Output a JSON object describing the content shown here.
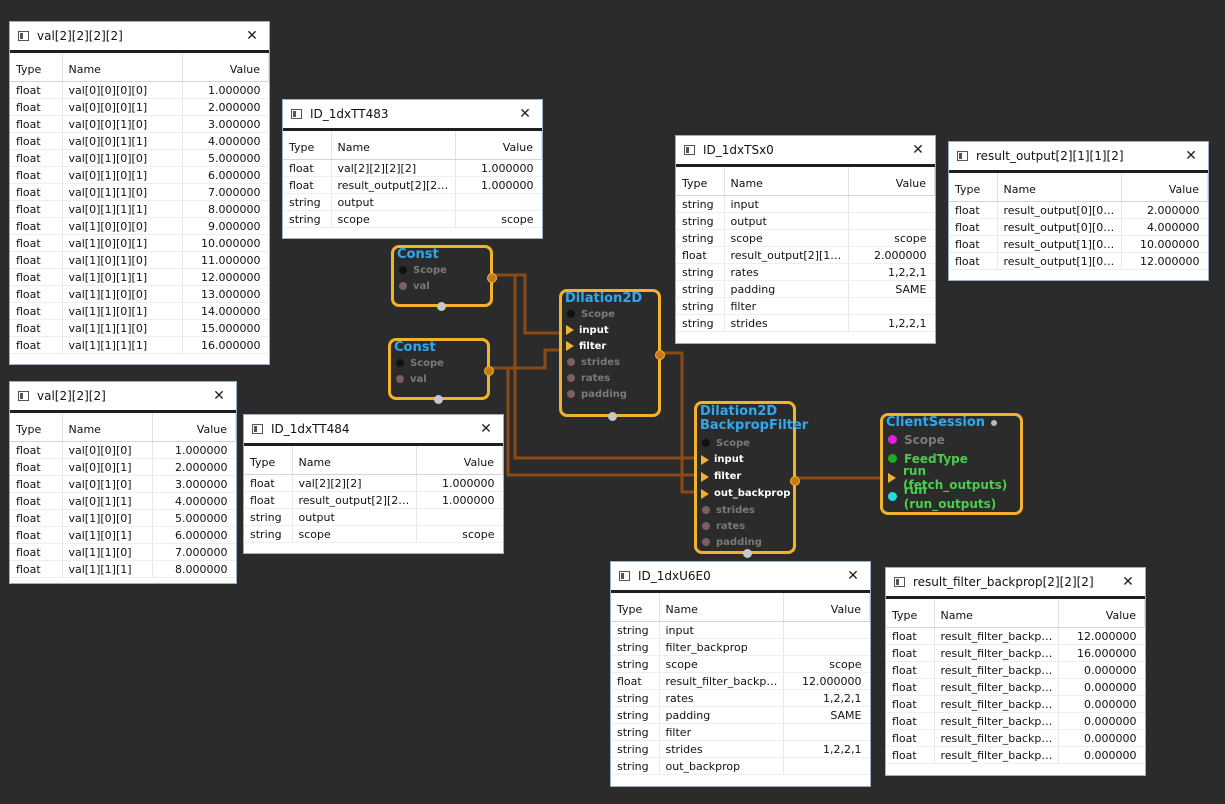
{
  "panels": {
    "val4d": {
      "title": "val[2][2][2][2]",
      "headers": [
        "Type",
        "Name",
        "Value"
      ],
      "rows": [
        [
          "float",
          "val[0][0][0][0]",
          "1.000000"
        ],
        [
          "float",
          "val[0][0][0][1]",
          "2.000000"
        ],
        [
          "float",
          "val[0][0][1][0]",
          "3.000000"
        ],
        [
          "float",
          "val[0][0][1][1]",
          "4.000000"
        ],
        [
          "float",
          "val[0][1][0][0]",
          "5.000000"
        ],
        [
          "float",
          "val[0][1][0][1]",
          "6.000000"
        ],
        [
          "float",
          "val[0][1][1][0]",
          "7.000000"
        ],
        [
          "float",
          "val[0][1][1][1]",
          "8.000000"
        ],
        [
          "float",
          "val[1][0][0][0]",
          "9.000000"
        ],
        [
          "float",
          "val[1][0][0][1]",
          "10.000000"
        ],
        [
          "float",
          "val[1][0][1][0]",
          "11.000000"
        ],
        [
          "float",
          "val[1][0][1][1]",
          "12.000000"
        ],
        [
          "float",
          "val[1][1][0][0]",
          "13.000000"
        ],
        [
          "float",
          "val[1][1][0][1]",
          "14.000000"
        ],
        [
          "float",
          "val[1][1][1][0]",
          "15.000000"
        ],
        [
          "float",
          "val[1][1][1][1]",
          "16.000000"
        ]
      ]
    },
    "val3d": {
      "title": "val[2][2][2]",
      "headers": [
        "Type",
        "Name",
        "Value"
      ],
      "rows": [
        [
          "float",
          "val[0][0][0]",
          "1.000000"
        ],
        [
          "float",
          "val[0][0][1]",
          "2.000000"
        ],
        [
          "float",
          "val[0][1][0]",
          "3.000000"
        ],
        [
          "float",
          "val[0][1][1]",
          "4.000000"
        ],
        [
          "float",
          "val[1][0][0]",
          "5.000000"
        ],
        [
          "float",
          "val[1][0][1]",
          "6.000000"
        ],
        [
          "float",
          "val[1][1][0]",
          "7.000000"
        ],
        [
          "float",
          "val[1][1][1]",
          "8.000000"
        ]
      ]
    },
    "tt483": {
      "title": "ID_1dxTT483",
      "headers": [
        "Type",
        "Name",
        "Value"
      ],
      "rows": [
        [
          "float",
          "val[2][2][2][2]",
          "1.000000"
        ],
        [
          "float",
          "result_output[2][2]...",
          "1.000000"
        ],
        [
          "string",
          "output",
          ""
        ],
        [
          "string",
          "scope",
          "scope"
        ]
      ]
    },
    "tt484": {
      "title": "ID_1dxTT484",
      "headers": [
        "Type",
        "Name",
        "Value"
      ],
      "rows": [
        [
          "float",
          "val[2][2][2]",
          "1.000000"
        ],
        [
          "float",
          "result_output[2][2][2]",
          "1.000000"
        ],
        [
          "string",
          "output",
          ""
        ],
        [
          "string",
          "scope",
          "scope"
        ]
      ]
    },
    "tsx0": {
      "title": "ID_1dxTSx0",
      "headers": [
        "Type",
        "Name",
        "Value"
      ],
      "rows": [
        [
          "string",
          "input",
          ""
        ],
        [
          "string",
          "output",
          ""
        ],
        [
          "string",
          "scope",
          "scope"
        ],
        [
          "float",
          "result_output[2][1]...",
          "2.000000"
        ],
        [
          "string",
          "rates",
          "1,2,2,1"
        ],
        [
          "string",
          "padding",
          "SAME"
        ],
        [
          "string",
          "filter",
          ""
        ],
        [
          "string",
          "strides",
          "1,2,2,1"
        ]
      ]
    },
    "result_output": {
      "title": "result_output[2][1][1][2]",
      "headers": [
        "Type",
        "Name",
        "Value"
      ],
      "rows": [
        [
          "float",
          "result_output[0][0]...",
          "2.000000"
        ],
        [
          "float",
          "result_output[0][0]...",
          "4.000000"
        ],
        [
          "float",
          "result_output[1][0]...",
          "10.000000"
        ],
        [
          "float",
          "result_output[1][0]...",
          "12.000000"
        ]
      ]
    },
    "u6e0": {
      "title": "ID_1dxU6E0",
      "headers": [
        "Type",
        "Name",
        "Value"
      ],
      "rows": [
        [
          "string",
          "input",
          ""
        ],
        [
          "string",
          "filter_backprop",
          ""
        ],
        [
          "string",
          "scope",
          "scope"
        ],
        [
          "float",
          "result_filter_backpr...",
          "12.000000"
        ],
        [
          "string",
          "rates",
          "1,2,2,1"
        ],
        [
          "string",
          "padding",
          "SAME"
        ],
        [
          "string",
          "filter",
          ""
        ],
        [
          "string",
          "strides",
          "1,2,2,1"
        ],
        [
          "string",
          "out_backprop",
          ""
        ]
      ]
    },
    "result_filter": {
      "title": "result_filter_backprop[2][2][2]",
      "headers": [
        "Type",
        "Name",
        "Value"
      ],
      "rows": [
        [
          "float",
          "result_filter_backpr...",
          "12.000000"
        ],
        [
          "float",
          "result_filter_backpr...",
          "16.000000"
        ],
        [
          "float",
          "result_filter_backpr...",
          "0.000000"
        ],
        [
          "float",
          "result_filter_backpr...",
          "0.000000"
        ],
        [
          "float",
          "result_filter_backpr...",
          "0.000000"
        ],
        [
          "float",
          "result_filter_backpr...",
          "0.000000"
        ],
        [
          "float",
          "result_filter_backpr...",
          "0.000000"
        ],
        [
          "float",
          "result_filter_backpr...",
          "0.000000"
        ]
      ]
    }
  },
  "nodes": {
    "const1": {
      "title": "Const",
      "ports": [
        "Scope",
        "val"
      ]
    },
    "const2": {
      "title": "Const",
      "ports": [
        "Scope",
        "val"
      ]
    },
    "dilation": {
      "title": "Dilation2D",
      "ports": [
        "Scope",
        "input",
        "filter",
        "strides",
        "rates",
        "padding"
      ]
    },
    "backprop": {
      "title_line1": "Dilation2D",
      "title_line2": "BackpropFilter",
      "ports": [
        "Scope",
        "input",
        "filter",
        "out_backprop",
        "strides",
        "rates",
        "padding"
      ]
    },
    "session": {
      "title": "ClientSession",
      "ports": [
        "Scope",
        "FeedType",
        "run (fetch_outputs)",
        "run (run_outputs)"
      ]
    }
  },
  "colors": {
    "background": "#2b2b2b",
    "node_border": "#f2b22d",
    "node_title": "#2fa8f0",
    "wire": "#8a4a14",
    "session_port_text": "#4ccc4c",
    "scope_magenta": "#e020e0",
    "feed_green": "#22aa22",
    "run_cyan": "#22dddd"
  },
  "icons": {
    "panel_icon": "window-icon",
    "close": "close-icon"
  },
  "close_glyph": "✕"
}
